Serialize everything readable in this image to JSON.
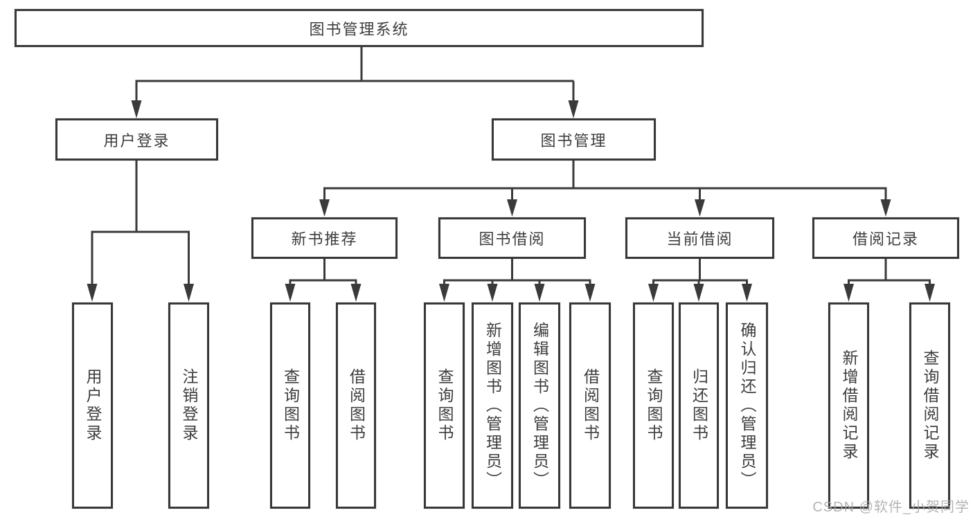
{
  "diagram": {
    "root": {
      "label": "图书管理系统",
      "children": [
        {
          "label": "用户登录",
          "children": [
            {
              "label": "用户登录"
            },
            {
              "label": "注销登录"
            }
          ]
        },
        {
          "label": "图书管理",
          "children": [
            {
              "label": "新书推荐",
              "children": [
                {
                  "label": "查询图书"
                },
                {
                  "label": "借阅图书"
                }
              ]
            },
            {
              "label": "图书借阅",
              "children": [
                {
                  "label": "查询图书"
                },
                {
                  "label": "新增图书（管理员）"
                },
                {
                  "label": "编辑图书（管理员）"
                },
                {
                  "label": "借阅图书"
                }
              ]
            },
            {
              "label": "当前借阅",
              "children": [
                {
                  "label": "查询图书"
                },
                {
                  "label": "归还图书"
                },
                {
                  "label": "确认归还（管理员）"
                }
              ]
            },
            {
              "label": "借阅记录",
              "children": [
                {
                  "label": "新增借阅记录"
                },
                {
                  "label": "查询借阅记录"
                }
              ]
            }
          ]
        }
      ]
    }
  },
  "watermark": {
    "text": "CSDN @软件_小贺同学"
  },
  "colors": {
    "line": "#3a3a3a",
    "box_border": "#383838",
    "text": "#3d3d3d",
    "watermark": "#a7a7a7",
    "background": "#ffffff"
  }
}
